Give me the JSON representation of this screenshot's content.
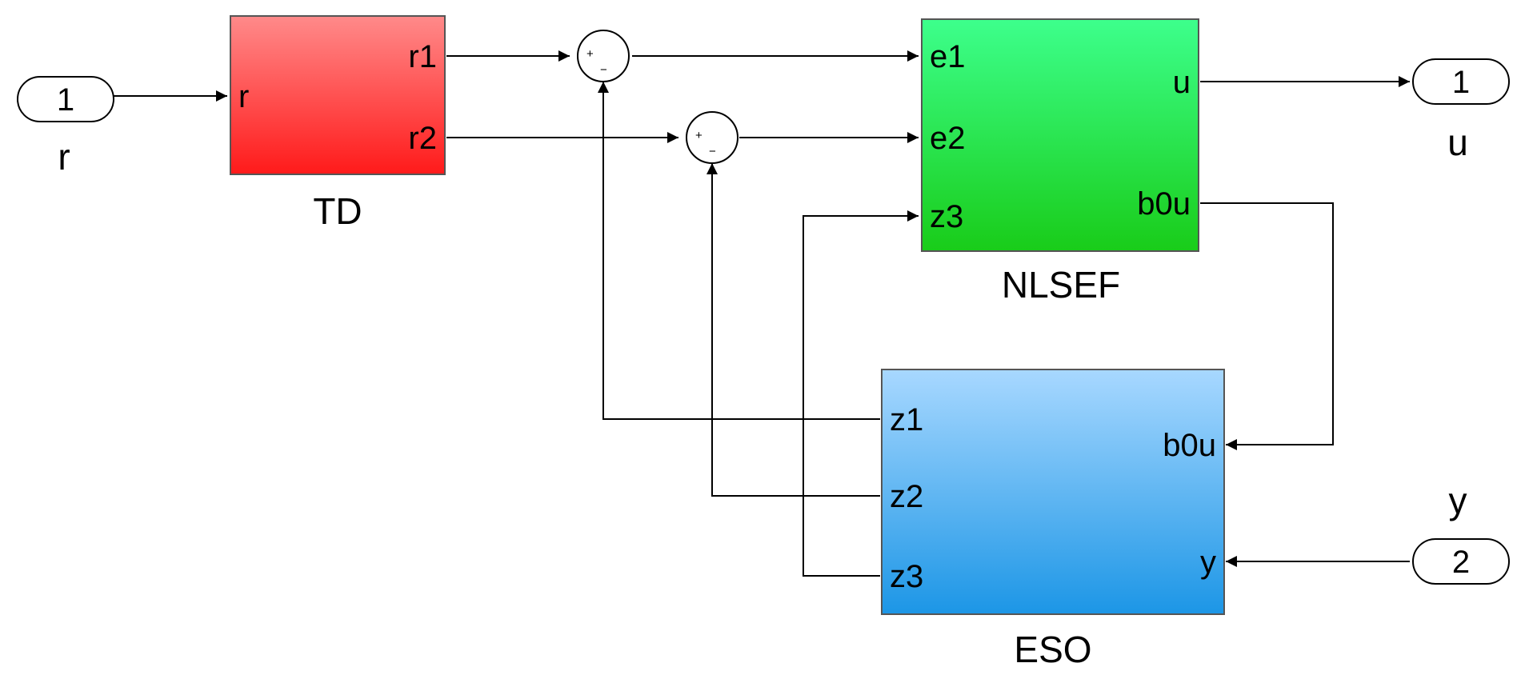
{
  "colors": {
    "td_top": "#ff8a8a",
    "td_bottom": "#ff1a1a",
    "nlsef_top": "#3dff8c",
    "nlsef_bottom": "#19cc19",
    "eso_top": "#a8d8ff",
    "eso_bottom": "#1c96e6",
    "wire": "#000000"
  },
  "inports": [
    {
      "number": "1",
      "name": "r"
    },
    {
      "number": "2",
      "name": "y"
    }
  ],
  "outports": [
    {
      "number": "1",
      "name": "u"
    }
  ],
  "blocks": {
    "td": {
      "name": "TD",
      "inputs": [
        "r"
      ],
      "outputs": [
        "r1",
        "r2"
      ]
    },
    "nlsef": {
      "name": "NLSEF",
      "inputs": [
        "e1",
        "e2",
        "z3"
      ],
      "outputs": [
        "u",
        "b0u"
      ]
    },
    "eso": {
      "name": "ESO",
      "inputs": [
        "b0u",
        "y"
      ],
      "outputs": [
        "z1",
        "z2",
        "z3"
      ]
    }
  },
  "sums": [
    {
      "plus": "+",
      "minus": "−"
    },
    {
      "plus": "+",
      "minus": "−"
    }
  ]
}
